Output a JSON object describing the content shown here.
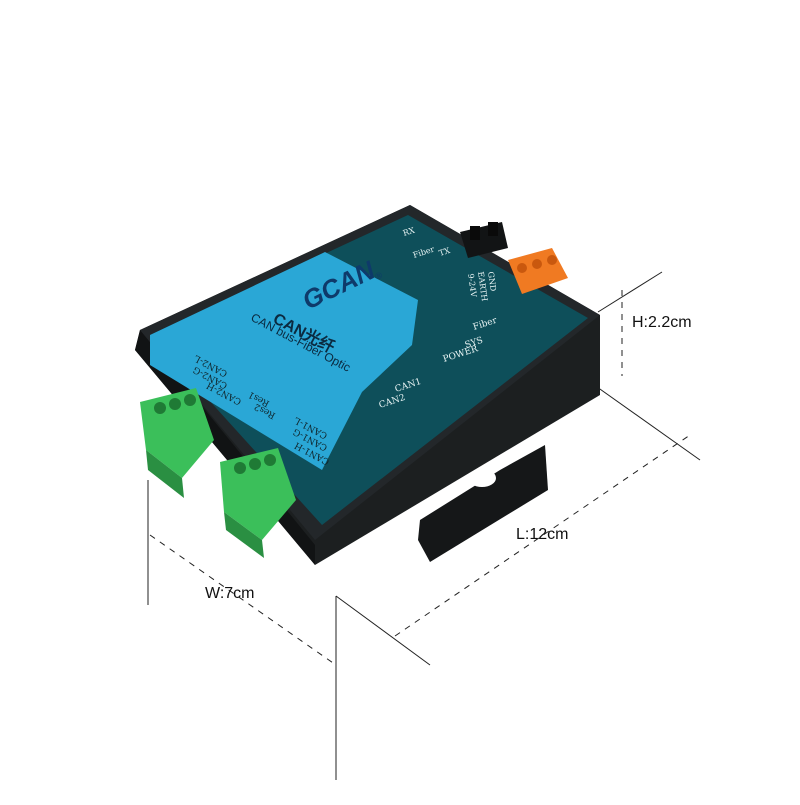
{
  "dimensions": {
    "height": "H:2.2cm",
    "length": "L:12cm",
    "width": "W:7cm"
  },
  "device": {
    "brand": "GCAN",
    "brand_mark": "®",
    "model": "CAN光纤",
    "subtitle": "CAN bus-Fiber Optic",
    "left_labels": [
      "CAN2-L",
      "CAN2-G",
      "CAN2-H",
      "Res1",
      "Res2",
      "CAN1-L",
      "CAN1-G",
      "CAN1-H"
    ],
    "led_labels": [
      "Fiber",
      "SYS",
      "POWER",
      "CAN1",
      "CAN2"
    ],
    "fiber_labels": [
      "RX",
      "TX",
      "Fiber"
    ],
    "power_labels": [
      "GND",
      "EARTH",
      "9-24V"
    ]
  },
  "colors": {
    "body": "#1c1f20",
    "panel": "#0e4f5a",
    "panel_light": "#2aa7d6",
    "terminal_green": "#3bbf5a",
    "terminal_orange": "#f07a22"
  }
}
